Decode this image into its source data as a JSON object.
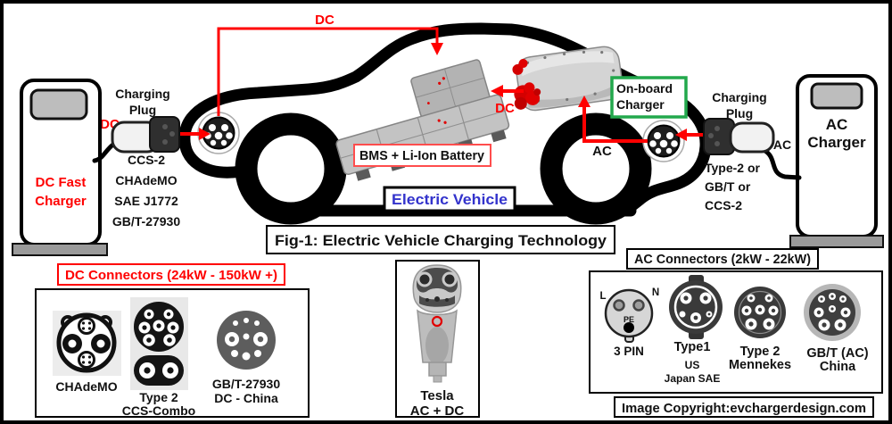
{
  "figure_title": "Fig-1: Electric Vehicle Charging Technology",
  "copyright": "Image Copyright:evchargerdesign.com",
  "colors": {
    "accent_red": "#ff0000",
    "vehicle_blue": "#3333cc",
    "onboard_green": "#22a84c",
    "bms_border_red": "#ff4d4d"
  },
  "vehicle": {
    "label": "Electric Vehicle",
    "battery_label": "BMS + Li-Ion Battery",
    "onboard_charger": [
      "On-board",
      "Charger"
    ]
  },
  "flow_labels": {
    "dc_top": "DC",
    "dc_supply_left": "DC",
    "dc_motor": "DC",
    "ac_inner": "AC",
    "ac_supply_right": "AC"
  },
  "left_station": {
    "name": [
      "DC Fast",
      "Charger"
    ],
    "plug_label": [
      "Charging",
      "Plug"
    ],
    "standards": [
      "CCS-2",
      "CHAdeMO",
      "SAE J1772",
      "GB/T-27930"
    ]
  },
  "right_station": {
    "name": [
      "AC",
      "Charger"
    ],
    "plug_label": [
      "Charging",
      "Plug"
    ],
    "standards": [
      "Type-2 or",
      "GB/T or",
      "CCS-2"
    ]
  },
  "dc_connectors": {
    "title": "DC Connectors (24kW - 150kW +)",
    "items": [
      {
        "name": "CHAdeMO",
        "sub": ""
      },
      {
        "name": "Type 2",
        "sub": "CCS-Combo"
      },
      {
        "name": "GB/T-27930",
        "sub": "DC - China"
      }
    ]
  },
  "tesla_connector": {
    "name": "Tesla",
    "sub": "AC + DC"
  },
  "ac_connectors": {
    "title": "AC Connectors (2kW - 22kW)",
    "pin_marks": {
      "l": "L",
      "n": "N",
      "pe": "PE"
    },
    "items": [
      {
        "name": "3 PIN",
        "sub1": "",
        "sub2": ""
      },
      {
        "name": "Type1",
        "sub1": "US",
        "sub2": "Japan SAE"
      },
      {
        "name": "Type 2",
        "sub1": "Mennekes",
        "sub2": ""
      },
      {
        "name": "GB/T (AC)",
        "sub1": "China",
        "sub2": ""
      }
    ]
  }
}
